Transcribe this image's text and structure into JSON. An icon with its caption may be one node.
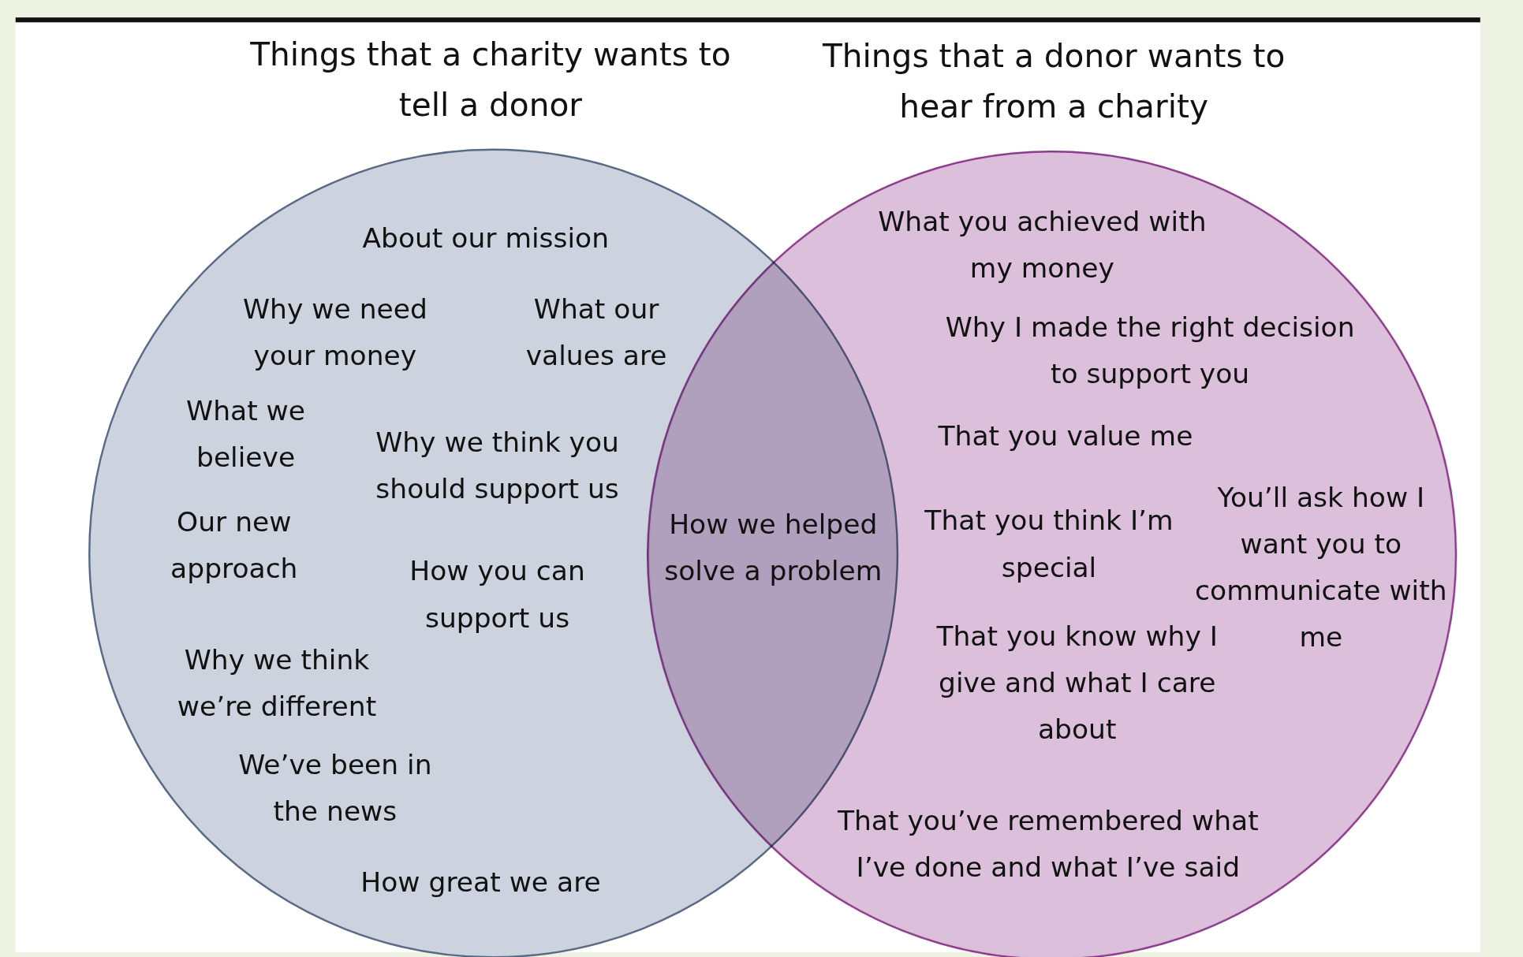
{
  "diagram": {
    "nodes": [
      {
        "text": [
          "Things that a charity wants to tell a donor"
        ]
      },
      {
        "text": [
          "Things that a donor wants to hear from a charity"
        ]
      }
    ],
    "labels": [
      "About our mission",
      "Why we need your money",
      "What our values are",
      "What we believe",
      "Why we think you should support us",
      "Our new approach",
      "How you can support us",
      "Why we think we’re different",
      "We’ve been in the news",
      "How great we are",
      "How we helped solve a problem",
      "What you achieved with my money",
      "Why I made the right decision to support you",
      "That you value me",
      "That you think I’m special",
      "You’ll ask how I want you to communicate with me",
      "That you know why I give and what I care about",
      "That you’ve remembered what I’ve done and what I’ve said"
    ]
  }
}
